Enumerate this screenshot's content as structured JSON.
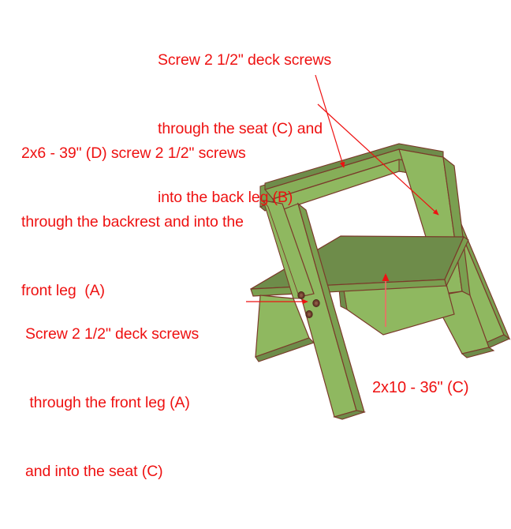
{
  "diagram": {
    "title": "Bench assembly plan with screw callouts",
    "background_color": "#ffffff",
    "annotation_color": "#ee1111",
    "wood_light_color": "#8fb860",
    "wood_mid_color": "#86ae58",
    "wood_shade_color": "#7a9f50",
    "wood_dark_color": "#6e8c4a",
    "wood_edge_color": "#7a3a2a",
    "screw_hole_color": "#6b3a2c"
  },
  "annotations": {
    "back_leg_note": {
      "name": "back-leg-screw-note",
      "line1": "Screw 2 1/2\" deck screws",
      "line2": "through the seat (C) and",
      "line3": "into the back leg (B)"
    },
    "backrest_note": {
      "name": "backrest-screw-note",
      "line1": "2x6 - 39\" (D) screw 2 1/2\" screws",
      "line2": "through the backrest and into the",
      "line3": "front leg  (A)"
    },
    "front_leg_note": {
      "name": "front-leg-screw-note",
      "line1": "Screw 2 1/2\" deck screws",
      "line2": " through the front leg (A)",
      "line3": "and into the seat (C)"
    },
    "seat_note": {
      "name": "seat-board-note",
      "line1": "2x10 - 36\" (C)"
    }
  },
  "parts": [
    {
      "id": "A",
      "name": "front leg",
      "label": "front leg (A)"
    },
    {
      "id": "B",
      "name": "back leg",
      "label": "back leg (B)"
    },
    {
      "id": "C",
      "name": "seat",
      "label": "2x10 - 36\" (C)"
    },
    {
      "id": "D",
      "name": "backrest",
      "label": "2x6 - 39\" (D)"
    }
  ],
  "fasteners": {
    "type": "deck screws",
    "size": "2 1/2\"",
    "visible_screw_holes": 3
  }
}
